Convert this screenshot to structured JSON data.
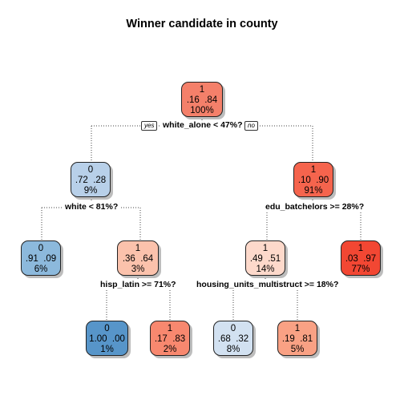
{
  "title": "Winner candidate in county",
  "branch_labels": {
    "yes": "yes",
    "no": "no"
  },
  "nodes": [
    {
      "id": "n1",
      "cls": "1",
      "probs": ".16  .84",
      "pct": "100%",
      "color": "#f4806a"
    },
    {
      "id": "n2",
      "cls": "0",
      "probs": ".72  .28",
      "pct": "9%",
      "color": "#b8d0e9"
    },
    {
      "id": "n3",
      "cls": "1",
      "probs": ".10  .90",
      "pct": "91%",
      "color": "#f5644d"
    },
    {
      "id": "n4",
      "cls": "0",
      "probs": ".91  .09",
      "pct": "6%",
      "color": "#8cb9dc"
    },
    {
      "id": "n5",
      "cls": "1",
      "probs": ".36  .64",
      "pct": "3%",
      "color": "#fbc2ac"
    },
    {
      "id": "n6",
      "cls": "1",
      "probs": ".49  .51",
      "pct": "14%",
      "color": "#fdd9cb"
    },
    {
      "id": "n7",
      "cls": "1",
      "probs": ".03  .97",
      "pct": "77%",
      "color": "#f24733"
    },
    {
      "id": "n8",
      "cls": "0",
      "probs": "1.00  .00",
      "pct": "1%",
      "color": "#5795c9"
    },
    {
      "id": "n9",
      "cls": "1",
      "probs": ".17  .83",
      "pct": "2%",
      "color": "#f8886f"
    },
    {
      "id": "n10",
      "cls": "0",
      "probs": ".68  .32",
      "pct": "8%",
      "color": "#d2e1f1"
    },
    {
      "id": "n11",
      "cls": "1",
      "probs": ".19  .81",
      "pct": "5%",
      "color": "#f9a184"
    }
  ],
  "splits": [
    {
      "id": "s1",
      "label": "white_alone < 47%?"
    },
    {
      "id": "s2",
      "label": "white < 81%?"
    },
    {
      "id": "s3",
      "label": "edu_batchelors >= 28%?"
    },
    {
      "id": "s4",
      "label": "hisp_latin >= 71%?"
    },
    {
      "id": "s5",
      "label": "housing_units_multistruct >= 18%?"
    }
  ]
}
